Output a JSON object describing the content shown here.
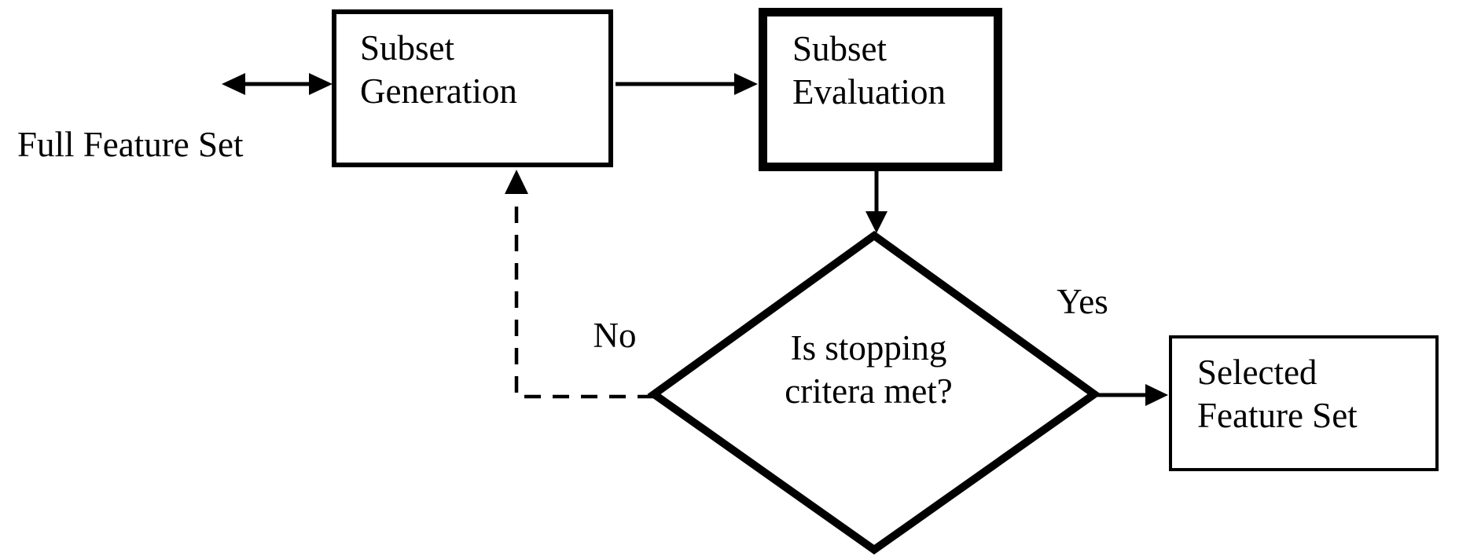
{
  "diagram": {
    "type": "flowchart",
    "background_color": "#ffffff",
    "stroke_color": "#000000",
    "nodes": {
      "subset_generation": {
        "line1": "Subset",
        "line2": "Generation"
      },
      "subset_evaluation": {
        "line1": "Subset",
        "line2": "Evaluation"
      },
      "decision": {
        "line1": "Is stopping",
        "line2": "critera met?"
      },
      "selected_feature_set": {
        "line1": "Selected",
        "line2": "Feature Set"
      }
    },
    "labels": {
      "full_feature_set": "Full Feature Set",
      "yes": "Yes",
      "no": "No"
    }
  }
}
